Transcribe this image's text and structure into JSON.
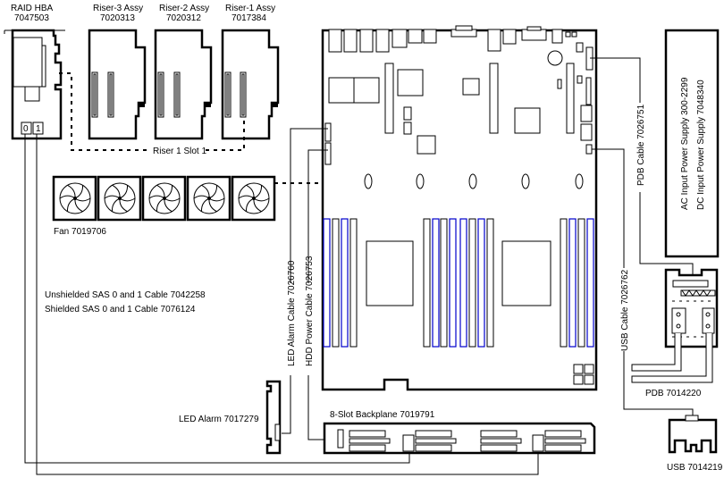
{
  "diagram": {
    "type": "server cabling diagram",
    "components": {
      "raid_hba": {
        "name": "RAID HBA",
        "part": "7047503",
        "ports": [
          "0",
          "1"
        ]
      },
      "riser3": {
        "name": "Riser-3 Assy",
        "part": "7020313"
      },
      "riser2": {
        "name": "Riser-2 Assy",
        "part": "7020312"
      },
      "riser1": {
        "name": "Riser-1 Assy",
        "part": "7017384"
      },
      "riser_slot": "Riser 1 Slot 1",
      "fan": "Fan 7019706",
      "led_alarm": "LED Alarm 7017279",
      "backplane": "8-Slot Backplane 7019791",
      "pdb": "PDB 7014220",
      "usb": "USB 7014219",
      "power_supply": {
        "ac": "AC Input Power Supply 300-2299",
        "dc": "DC Input Power Supply 7048340"
      }
    },
    "cables": {
      "sas_unshielded": "Unshielded SAS 0 and 1 Cable 7042258",
      "sas_shielded": "Shielded SAS 0 and 1  Cable 7076124",
      "led_alarm_cable": "LED Alarm Cable 7026760",
      "hdd_power_cable": "HDD Power Cable 7026753",
      "pdb_cable": "PDB Cable 7026751",
      "usb_cable": "USB Cable 7026762"
    }
  }
}
